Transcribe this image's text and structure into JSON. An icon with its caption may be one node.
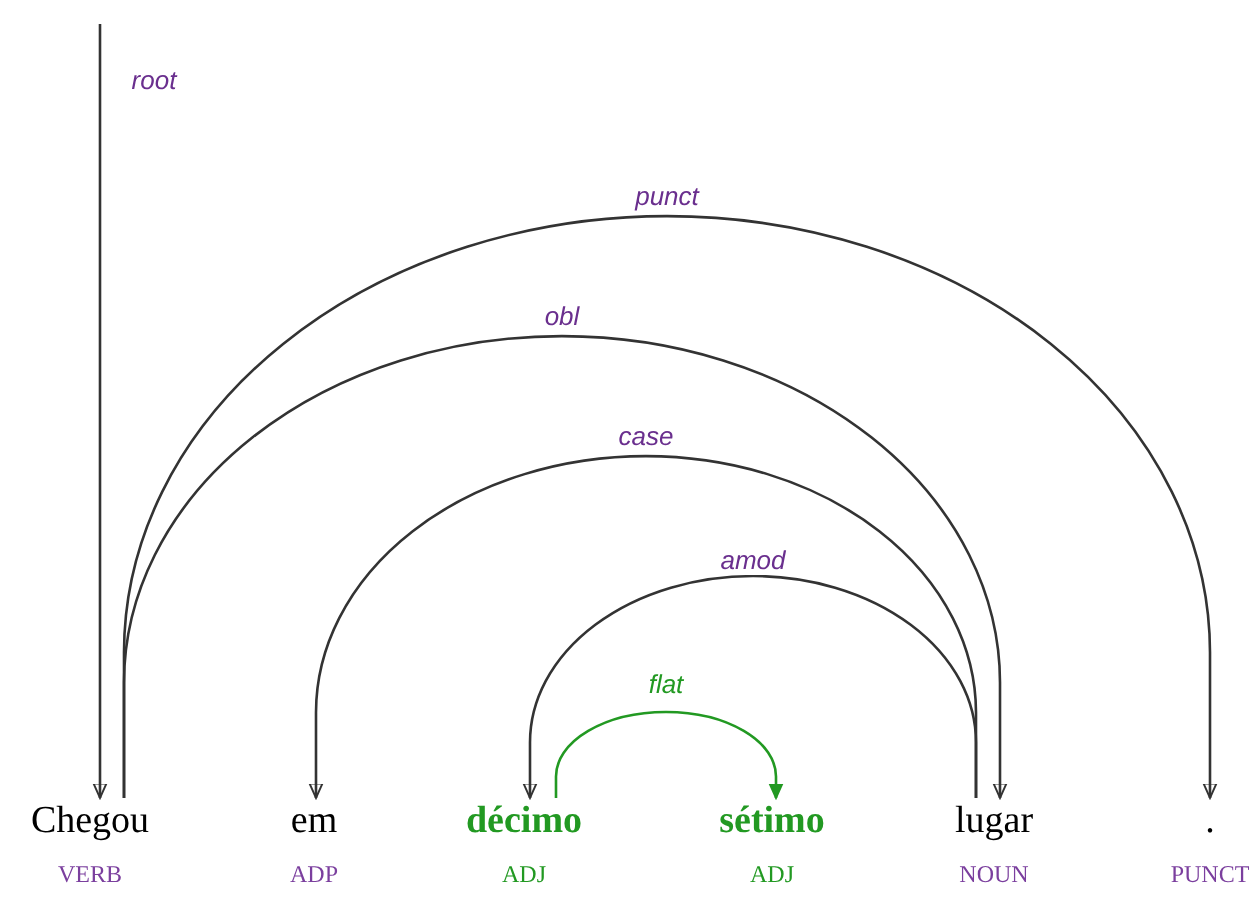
{
  "diagram": {
    "nodes": [
      {
        "text": [
          "Chegou"
        ],
        "beside": [
          "VERB"
        ]
      },
      {
        "text": [
          "em"
        ],
        "beside": [
          "ADP"
        ]
      },
      {
        "text": [
          "décimo"
        ],
        "beside": [
          "ADJ"
        ]
      },
      {
        "text": [
          "sétimo"
        ],
        "beside": [
          "ADJ"
        ]
      },
      {
        "text": [
          "lugar"
        ],
        "beside": [
          "NOUN"
        ]
      },
      {
        "text": [
          "."
        ],
        "beside": [
          "PUNCT"
        ]
      }
    ],
    "edges": [
      {
        "from": null,
        "to": 0,
        "arrow": "to",
        "label": "root"
      },
      {
        "from": 0,
        "to": 5,
        "arrow": "to",
        "label": "punct"
      },
      {
        "from": 0,
        "to": 4,
        "arrow": "to",
        "label": "obl"
      },
      {
        "from": 4,
        "to": 1,
        "arrow": "to",
        "label": "case"
      },
      {
        "from": 4,
        "to": 2,
        "arrow": "to",
        "label": "amod"
      },
      {
        "from": 2,
        "to": 3,
        "arrow": "to",
        "label": "flat",
        "color": "#229922"
      }
    ]
  }
}
